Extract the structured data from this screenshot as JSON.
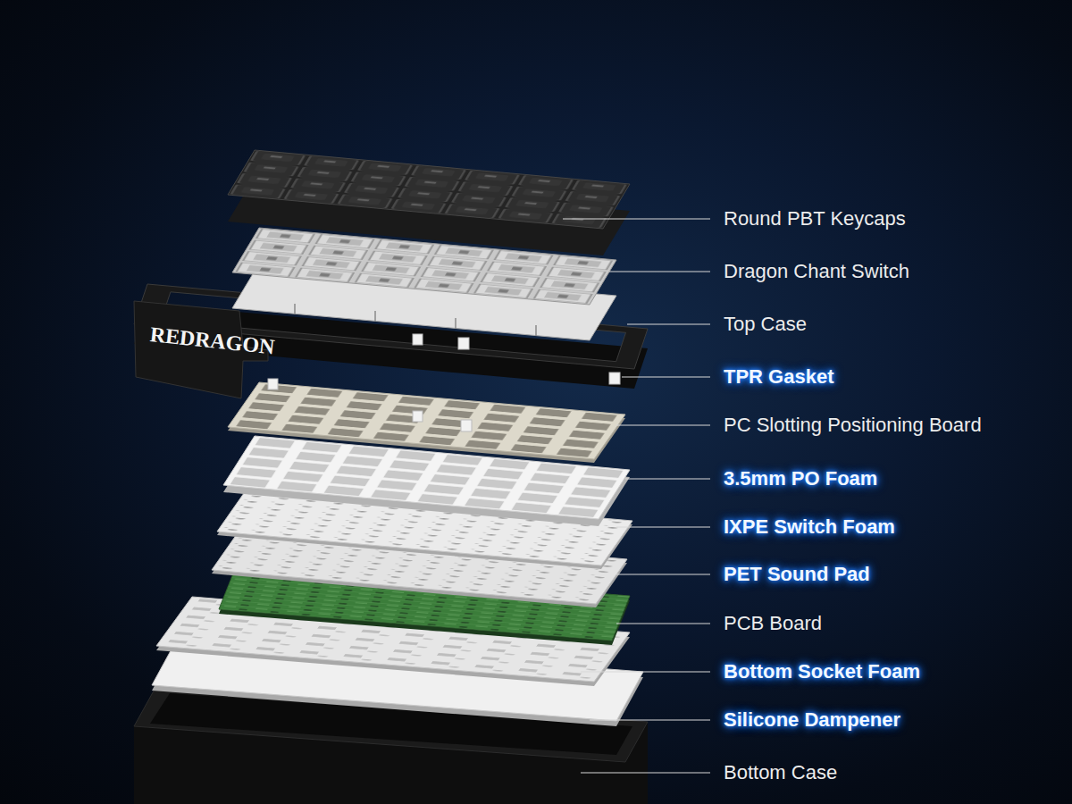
{
  "diagram": {
    "labels": [
      "Round PBT Keycaps",
      "Dragon Chant Switch",
      "Top Case",
      "TPR Gasket",
      "PC Slotting Positioning Board",
      "3.5mm PO Foam",
      "IXPE Switch Foam",
      "PET Sound Pad",
      "PCB Board",
      "Bottom Socket Foam",
      "Silicone Dampener",
      "Bottom Case",
      "REDRAGON"
    ]
  }
}
